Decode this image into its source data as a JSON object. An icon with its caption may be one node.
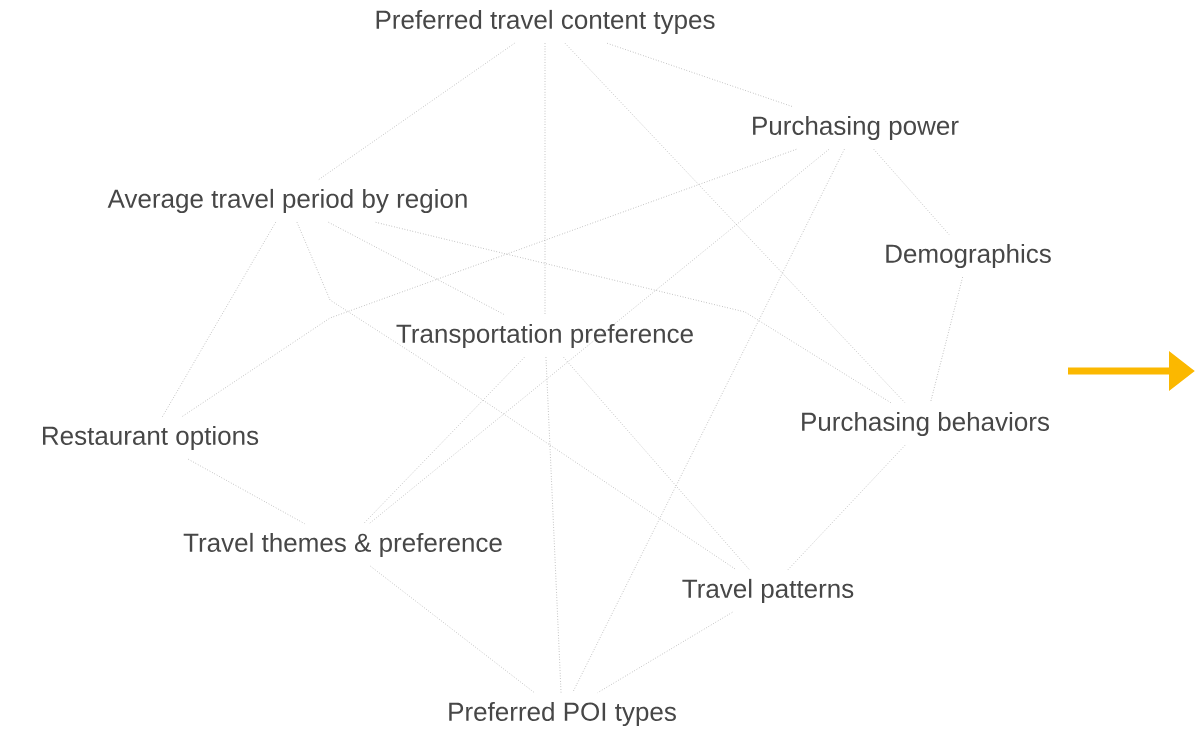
{
  "diagram": {
    "nodes": [
      {
        "text": [
          "Preferred travel content types"
        ]
      },
      {
        "text": [
          "Purchasing power"
        ]
      },
      {
        "text": [
          "Average travel period by region"
        ]
      },
      {
        "text": [
          "Demographics"
        ]
      },
      {
        "text": [
          "Transportation preference"
        ]
      },
      {
        "text": [
          "Restaurant options"
        ]
      },
      {
        "text": [
          "Purchasing behaviors"
        ]
      },
      {
        "text": [
          "Travel themes & preference"
        ]
      },
      {
        "text": [
          "Travel patterns"
        ]
      },
      {
        "text": [
          "Preferred POI types"
        ]
      }
    ],
    "edges": [
      {
        "from": 0,
        "to": 2,
        "arrow": "none"
      },
      {
        "from": 0,
        "to": 4,
        "arrow": "none"
      },
      {
        "from": 0,
        "to": 1,
        "arrow": "none"
      },
      {
        "from": 0,
        "to": 6,
        "arrow": "none"
      },
      {
        "from": 1,
        "to": 5,
        "arrow": "none"
      },
      {
        "from": 1,
        "to": 7,
        "arrow": "none"
      },
      {
        "from": 1,
        "to": 9,
        "arrow": "none"
      },
      {
        "from": 1,
        "to": 3,
        "arrow": "none"
      },
      {
        "from": 3,
        "to": 6,
        "arrow": "none"
      },
      {
        "from": 2,
        "to": 5,
        "arrow": "none"
      },
      {
        "from": 2,
        "to": 4,
        "arrow": "none"
      },
      {
        "from": 2,
        "to": 6,
        "arrow": "none"
      },
      {
        "from": 2,
        "to": 8,
        "arrow": "none"
      },
      {
        "from": 5,
        "to": 7,
        "arrow": "none"
      },
      {
        "from": 4,
        "to": 7,
        "arrow": "none"
      },
      {
        "from": 4,
        "to": 9,
        "arrow": "none"
      },
      {
        "from": 4,
        "to": 8,
        "arrow": "none"
      },
      {
        "from": 6,
        "to": 8,
        "arrow": "none"
      },
      {
        "from": 7,
        "to": 9,
        "arrow": "none"
      },
      {
        "from": 8,
        "to": 9,
        "arrow": "none"
      }
    ]
  }
}
